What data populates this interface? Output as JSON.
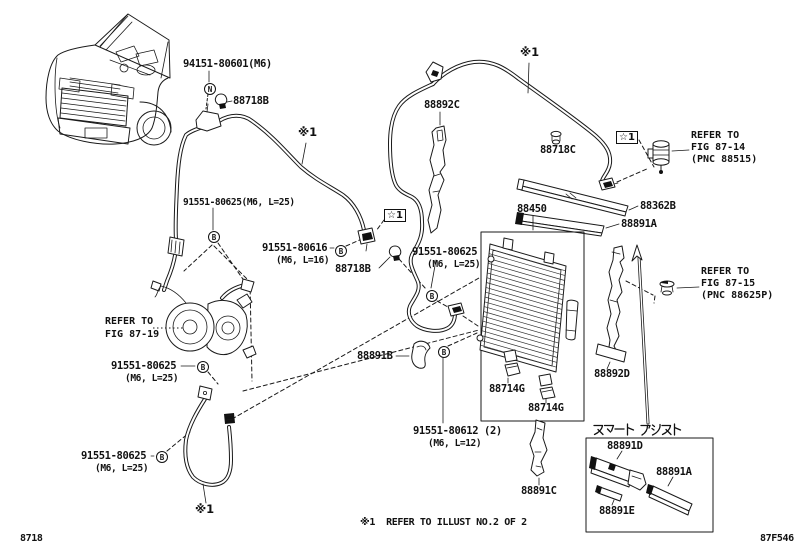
{
  "title": "A/C cooler piping parts diagram",
  "footer": {
    "left_code": "8718",
    "right_code": "87F546"
  },
  "footnote": "※1  REFER TO ILLUST NO.2 OF 2",
  "symbols": {
    "n": "N",
    "b": "B",
    "ref_note": "※1",
    "star_note": "☆1"
  },
  "labels": {
    "bolt": "94151-80601(M6)",
    "clip_88718b": "88718B",
    "clip_88718c": "88718C",
    "tube_80625_inline": "91551-80625(M6, L=25)",
    "tube_80625": "91551-80625",
    "tube_80625_size": "(M6, L=25)",
    "tube_80616": "91551-80616",
    "tube_80616_size": "(M6, L=16)",
    "tube_80612": "91551-80612 (2)",
    "tube_80612_size": "(M6, L=12)",
    "bracket_88892c": "88892C",
    "condenser": "88450",
    "bar_88362b": "88362B",
    "bar_88891a": "88891A",
    "refer_14": [
      "REFER TO",
      "FIG 87-14",
      "(PNC 88515)"
    ],
    "refer_15": [
      "REFER TO",
      "FIG 87-15",
      "(PNC 88625P)"
    ],
    "refer_19": [
      "REFER TO",
      "FIG 87-19"
    ],
    "bracket_88891b": "88891B",
    "clamp_88714g": "88714G",
    "bracket_88891c": "88891C",
    "bracket_88892d": "88892D",
    "smart_assist": {
      "title": "スマート アシスト",
      "bar_88891d": "88891D",
      "bar_88891a": "88891A",
      "bar_88891e": "88891E"
    }
  }
}
